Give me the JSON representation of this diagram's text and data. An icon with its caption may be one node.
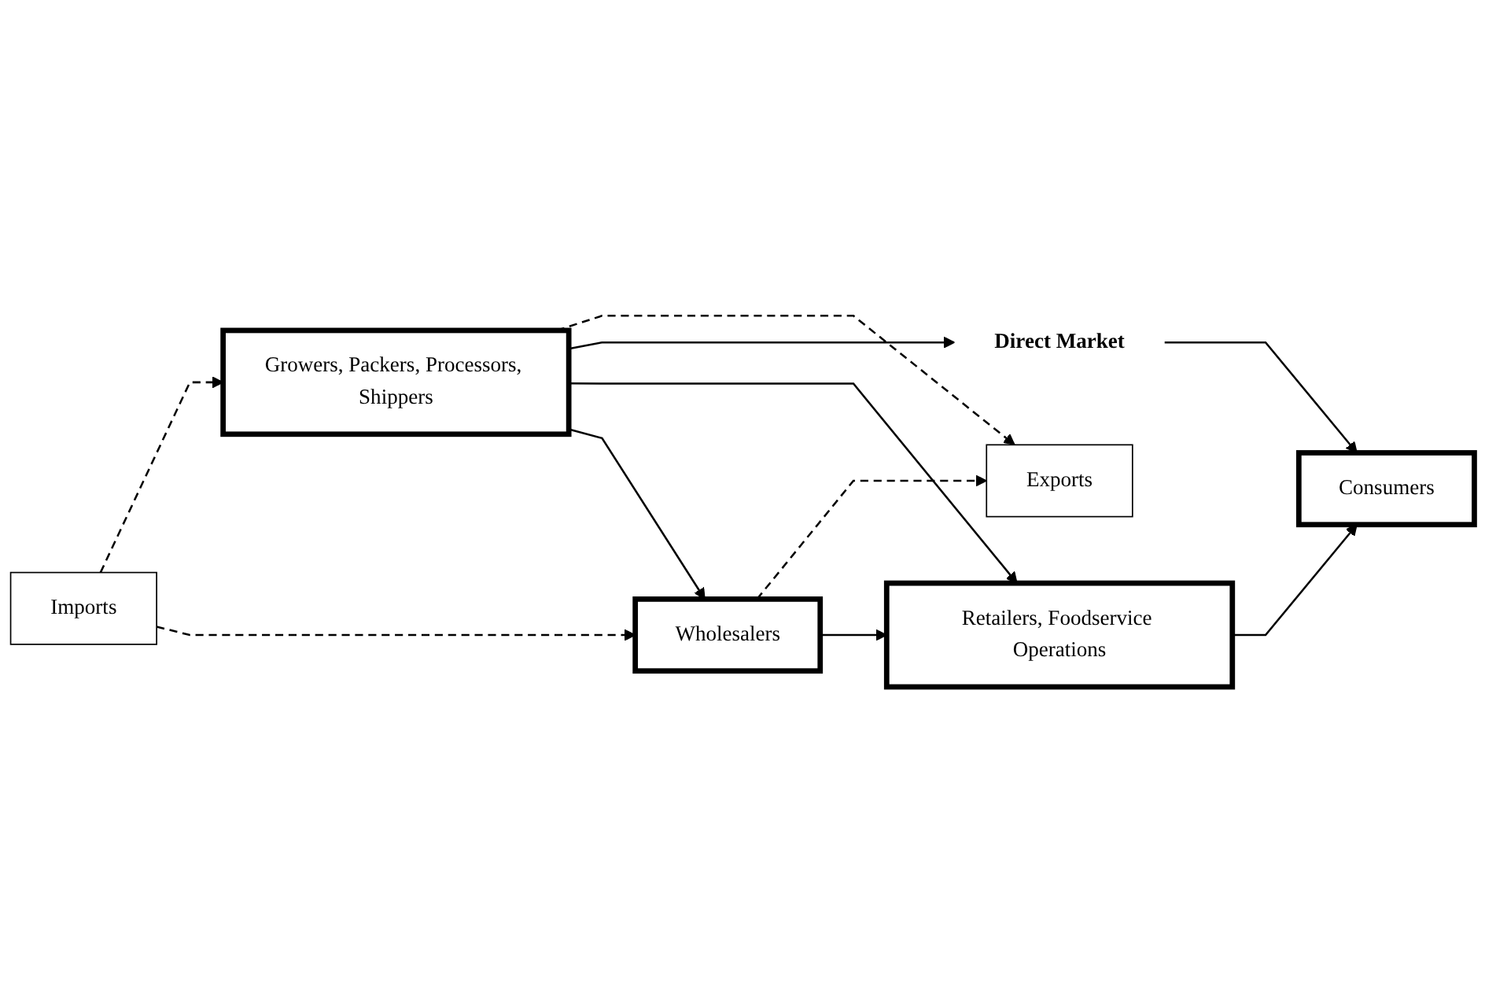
{
  "diagram": {
    "nodes": [
      {
        "text": [
          "Exports"
        ]
      },
      {
        "text": [
          "Growers, Packers, Processors, Shippers"
        ]
      },
      {
        "text": [
          "Direct Market"
        ]
      },
      {
        "text": [
          "Imports"
        ]
      },
      {
        "text": [
          "Wholesalers"
        ]
      },
      {
        "text": [
          "Retailers, Foodservice Operations"
        ]
      },
      {
        "text": [
          "Consumers"
        ]
      }
    ],
    "edges": [
      {
        "from": 1,
        "to": 0,
        "arrow": "to",
        "style": "dashed"
      },
      {
        "from": 4,
        "to": 0,
        "arrow": "to",
        "style": "dashed"
      },
      {
        "from": 1,
        "to": 2,
        "arrow": "to"
      },
      {
        "from": 1,
        "to": 5,
        "arrow": "to"
      },
      {
        "from": 3,
        "to": 1,
        "arrow": "to",
        "style": "dashed"
      },
      {
        "from": 1,
        "to": 4,
        "arrow": "to"
      },
      {
        "from": 3,
        "to": 4,
        "arrow": "to",
        "style": "dashed"
      },
      {
        "from": 4,
        "to": 5,
        "arrow": "to"
      },
      {
        "from": 2,
        "to": 6,
        "arrow": "to"
      },
      {
        "from": 5,
        "to": 6,
        "arrow": "to"
      }
    ]
  }
}
